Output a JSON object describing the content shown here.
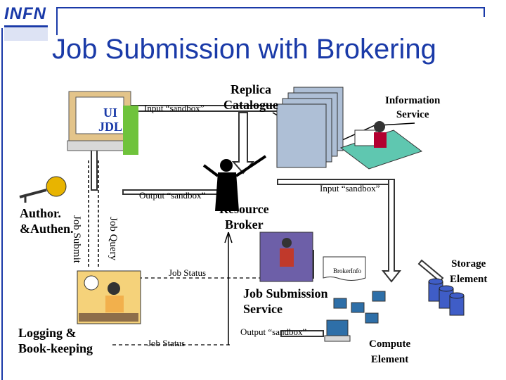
{
  "header": {
    "logo_text": "INFN",
    "title": "Job Submission with Brokering"
  },
  "nodes": {
    "ui": "UI\nJDL",
    "replica_catalogue": "Replica\nCatalogue",
    "information_service": "Information\nService",
    "resource_broker": "Resource\nBroker",
    "author_authen": "Author.\n&Authen.",
    "job_submission_service": "Job Submission\nService",
    "broker_info": "BrokerInfo",
    "logging_bookkeeping": "Logging &\nBook-keeping",
    "compute_element": "Compute\nElement",
    "storage_element": "Storage\nElement"
  },
  "edges": {
    "input_sandbox_top": "Input “sandbox”",
    "output_sandbox_top": "Output “sandbox”",
    "input_sandbox_right": "Input “sandbox”",
    "job_submit": "Job Submit",
    "job_query": "Job Query",
    "job_status_upper": "Job Status",
    "job_status_lower": "Job Status",
    "output_sandbox_bottom": "Output “sandbox”"
  }
}
